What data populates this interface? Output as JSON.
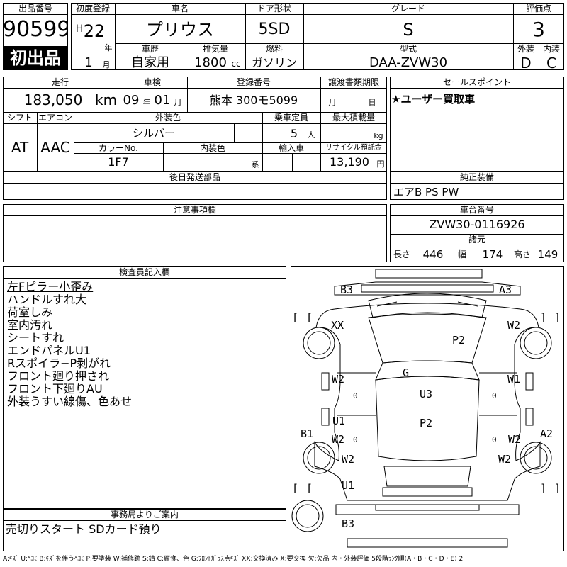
{
  "header": {
    "lot_no_label": "出品番号",
    "lot_no": "90599",
    "first_reg_label": "初度登録",
    "era": "H",
    "year": "22",
    "year_unit": "年",
    "month": "1",
    "month_unit": "月",
    "car_name_label": "車名",
    "car_name": "プリウス",
    "door_label": "ドア形状",
    "door": "5SD",
    "grade_label": "グレード",
    "grade": "S",
    "score_label": "評価点",
    "score": "3",
    "first_listing": "初出品",
    "history_label": "車歴",
    "history": "自家用",
    "displacement_label": "排気量",
    "displacement": "1800",
    "displacement_unit": "cc",
    "fuel_label": "燃料",
    "fuel": "ガソリン",
    "model_label": "型式",
    "model": "DAA-ZVW30",
    "exterior_label": "外装",
    "exterior": "D",
    "interior_label": "内装",
    "interior": "C"
  },
  "row2": {
    "mileage_label": "走行",
    "mileage": "183,050",
    "mileage_unit": "km",
    "inspection_label": "車検",
    "insp_year": "09",
    "insp_year_unit": "年",
    "insp_month": "01",
    "insp_month_unit": "月",
    "plate_label": "登録番号",
    "plate": "熊本 300モ5099",
    "transfer_label": "譲渡書類期限",
    "transfer_month_unit": "月",
    "transfer_day_unit": "日",
    "sales_label": "セールスポイント",
    "sales": "★ユーザー買取車",
    "shift_label": "シフト",
    "shift": "AT",
    "ac_label": "エアコン",
    "ac": "AAC",
    "color_label": "外装色",
    "color": "シルバー",
    "capacity_label": "乗車定員",
    "capacity": "5",
    "capacity_unit": "人",
    "load_label": "最大積載量",
    "load_unit": "kg",
    "color_no_label": "カラーNo.",
    "color_no": "1F7",
    "int_color_label": "内装色",
    "int_color_unit": "系",
    "import_label": "輸入車",
    "recycle_label": "リサイクル預託金",
    "recycle": "13,190",
    "recycle_unit": "円"
  },
  "parts": {
    "label": "後日発送部品",
    "value": ""
  },
  "equipment": {
    "label": "純正装備",
    "value": "エアB PS PW"
  },
  "caution": {
    "label": "注意事項欄",
    "value": ""
  },
  "chassis": {
    "label": "車台番号",
    "value": "ZVW30-0116926"
  },
  "specs": {
    "label": "諸元",
    "length_label": "長さ",
    "length": "446",
    "width_label": "幅",
    "width": "174",
    "height_label": "高さ",
    "height": "149"
  },
  "inspector": {
    "label": "検査員記入欄",
    "lines": [
      "左Fピラー小歪み",
      "ハンドルすれ大",
      "荷室しみ",
      "室内汚れ",
      "シートすれ",
      "エンドパネルU1",
      "Rスポイラ−P剥がれ",
      "フロント廻り押され",
      "フロント下廻りAU",
      "外装うすい線傷、色あせ"
    ]
  },
  "office": {
    "label": "事務局よりご案内",
    "value": "売切りスタート SDカード預り"
  },
  "diagram": {
    "marks": {
      "b3_top": "B3",
      "a3_top": "A3",
      "xx": "XX",
      "w2_rr": "W2",
      "p2_roof": "P2",
      "w2_rdoor": "W2",
      "w1_rdoor": "W1",
      "g": "G",
      "u3": "U3",
      "u1_ldoor": "U1",
      "w2_ldoor": "W2",
      "p2_hood": "P2",
      "b1": "B1",
      "w2_rdoor2": "W2",
      "a2": "A2",
      "w2_lf": "W2",
      "w2_rf": "W2",
      "u1_front": "U1",
      "b3_bottom": "B3"
    },
    "zero": "0",
    "bracket_l": "[",
    "bracket_r": "]"
  },
  "legend": "A:ｷｽﾞ U:ﾍｺﾐ B:ｷｽﾞを伴うﾍｺﾐ P:要塗装 W:補修跡 S:錆 C:腐食、色 G:ﾌﾛﾝﾄｶﾞﾗｽ点ｷｽﾞ XX:交換済み X:要交換 欠:欠品 内・外装評価 5段階ﾗﾝｸ順(A・B・C・D・E) 2"
}
